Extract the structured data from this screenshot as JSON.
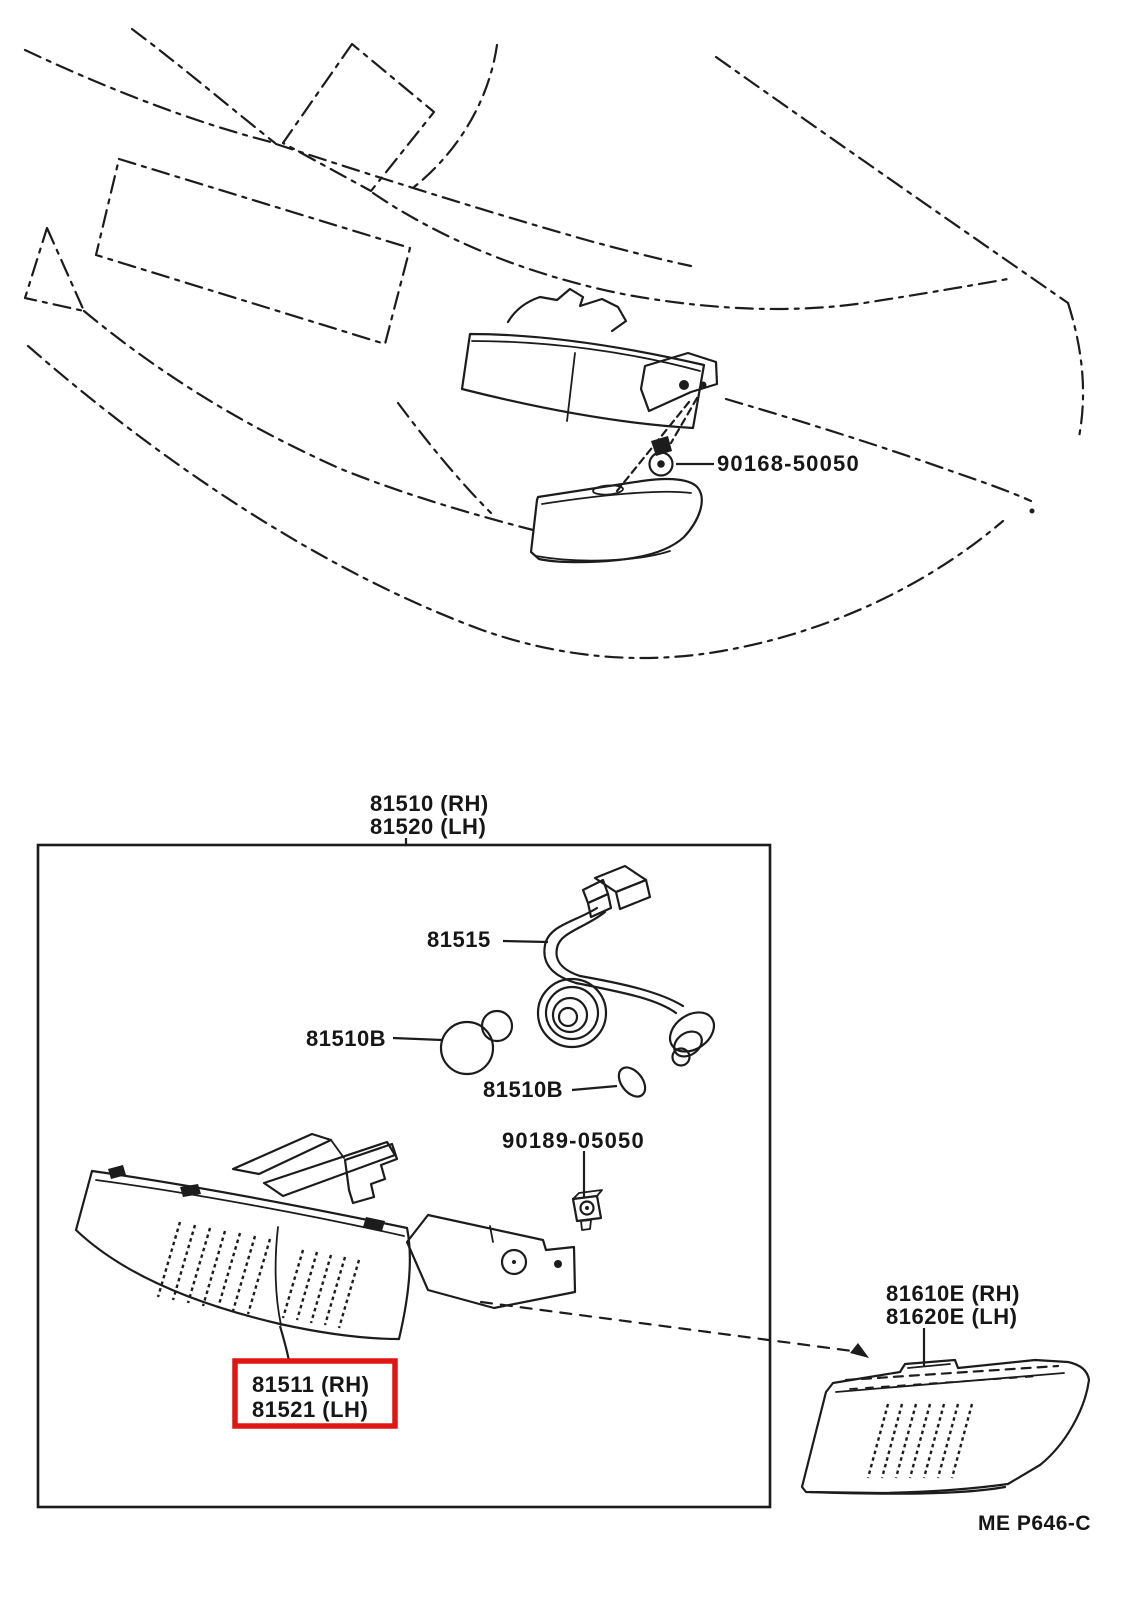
{
  "figure": {
    "code": "ME P646-C",
    "highlight_color": "#df1612"
  },
  "top_illustration": {
    "screw_label": "90168-50050"
  },
  "assembly_box": {
    "title": {
      "rh": "81510 (RH)",
      "lh": "81520 (LH)"
    },
    "harness_label": "81515",
    "bulb_large_label": "81510B",
    "bulb_small_label": "81510B",
    "grommet_screw_label": "90189-05050",
    "highlighted_part": {
      "rh": "81511 (RH)",
      "lh": "81521 (LH)"
    }
  },
  "side_marker": {
    "rh": "81610E (RH)",
    "lh": "81620E (LH)"
  }
}
